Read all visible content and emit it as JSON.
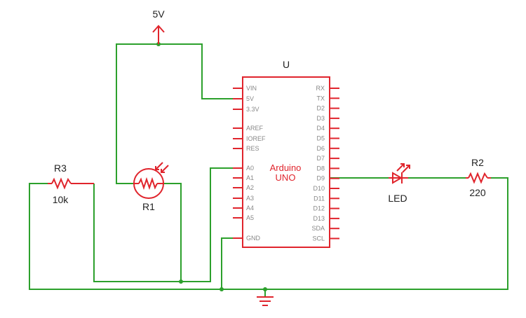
{
  "supply": {
    "label": "5V"
  },
  "arduino": {
    "designator": "U",
    "name_line1": "Arduino",
    "name_line2": "UNO",
    "left_pins": [
      "VIN",
      "5V",
      "3.3V",
      "AREF",
      "IOREF",
      "RES",
      "A0",
      "A1",
      "A2",
      "A3",
      "A4",
      "A5",
      "GND"
    ],
    "right_pins": [
      "RX",
      "TX",
      "D2",
      "D3",
      "D4",
      "D5",
      "D6",
      "D7",
      "D8",
      "D9",
      "D10",
      "D11",
      "D12",
      "D13",
      "SDA",
      "SCL"
    ]
  },
  "components": {
    "r1": {
      "designator": "R1"
    },
    "r2": {
      "designator": "R2",
      "value": "220"
    },
    "r3": {
      "designator": "R3",
      "value": "10k"
    },
    "led": {
      "label": "LED"
    }
  },
  "colors": {
    "wire": "#2ca02c",
    "component": "#e0242c",
    "text": "#222222",
    "pin_text": "#888888"
  }
}
